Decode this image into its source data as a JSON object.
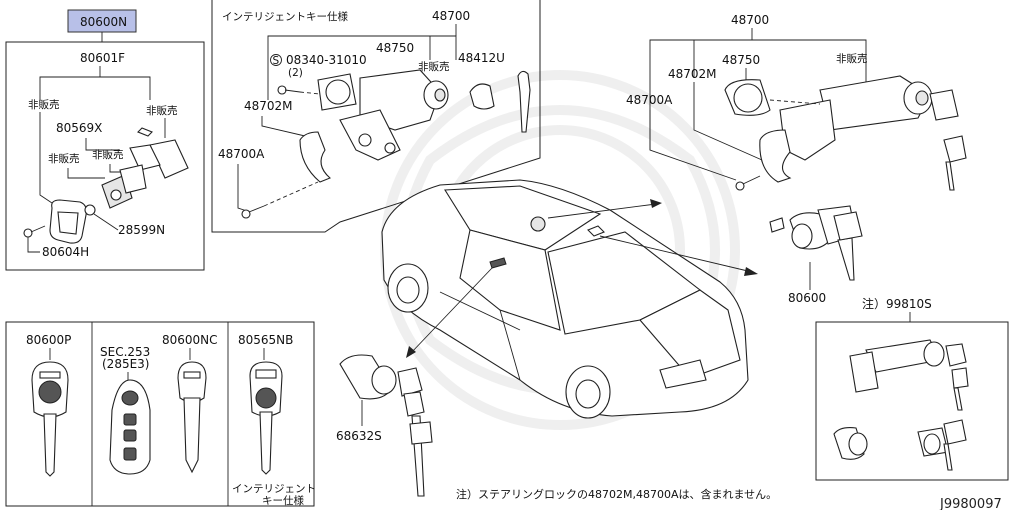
{
  "header_part": "80600N",
  "labels": {
    "key_set": "80601F",
    "not_sold_1": "非販売",
    "not_sold_2": "非販売",
    "key_blank_x": "80569X",
    "not_sold_3": "非販売",
    "not_sold_4": "非販売",
    "insert_28599n": "28599N",
    "screw_80604h": "80604H",
    "intelligent_key_spec": "インテリジェントキー仕様",
    "cyl_48700_left": "48700",
    "screw_08340": "08340-31010",
    "screw_qty": "(2)",
    "cyl_48750_left": "48750",
    "not_sold_5": "非販売",
    "cap_48412u": "48412U",
    "bracket_48702m_left": "48702M",
    "clamp_48700a_left": "48700A",
    "cyl_48700_right": "48700",
    "cyl_48750_right": "48750",
    "bracket_48702m_right": "48702M",
    "not_sold_6": "非販売",
    "clamp_48700a_right": "48700A",
    "door_cyl_80600": "80600",
    "note_99810s": "注）99810S",
    "hatch_68632s": "68632S",
    "key_80600p": "80600P",
    "sec_253": "SEC.253",
    "sec_285e3": "(285E3)",
    "key_80600nc": "80600NC",
    "key_80565nb": "80565NB",
    "intelligent_line1": "インテリジェント",
    "intelligent_line2": "キー仕様",
    "footnote": "注）ステアリングロックの48702M,48700Aは、含まれません。",
    "diagram_code": "J9980097"
  }
}
